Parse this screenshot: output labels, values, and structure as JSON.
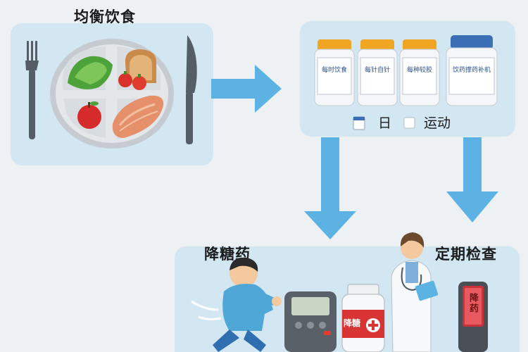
{
  "diet": {
    "title": "均衡饮食"
  },
  "medication": {
    "bottle_labels": [
      "每时饮食",
      "每针自针",
      "每种较胶",
      "饮药撑药补机"
    ],
    "day_label": "日",
    "exercise_label": "运动"
  },
  "drug": {
    "title": "降糖药",
    "bottle_label": "降糖"
  },
  "checkup": {
    "title": "定期检查",
    "device_label": "降药"
  },
  "colors": {
    "panel": "#d3e7f3",
    "arrow": "#5cb3e3",
    "background": "#eef1f4",
    "bottle_cap": "#f0a623",
    "bottle_cap_blue": "#3a6fb5"
  }
}
